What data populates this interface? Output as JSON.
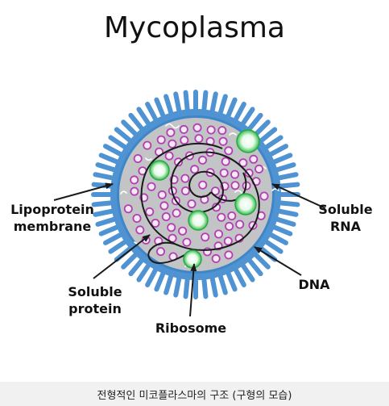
{
  "title": "Mycoplasma",
  "labels": {
    "lipoprotein_membrane": [
      "Lipoprotein",
      "membrane"
    ],
    "soluble_rna": [
      "Soluble",
      "RNA"
    ],
    "soluble_protein": [
      "Soluble",
      "protein"
    ],
    "dna": "DNA",
    "ribosome": "Ribosome"
  },
  "caption": "전형적인 미코플라스마의 구조 (구형의 모습)",
  "colors": {
    "membrane_blue": "#4f93d2",
    "cytoplasm_gray": "#c3c4c6",
    "protein_purple": "#b13fb1",
    "ribosome_green": "#34c04c",
    "dna_black": "#1a1a1a"
  }
}
